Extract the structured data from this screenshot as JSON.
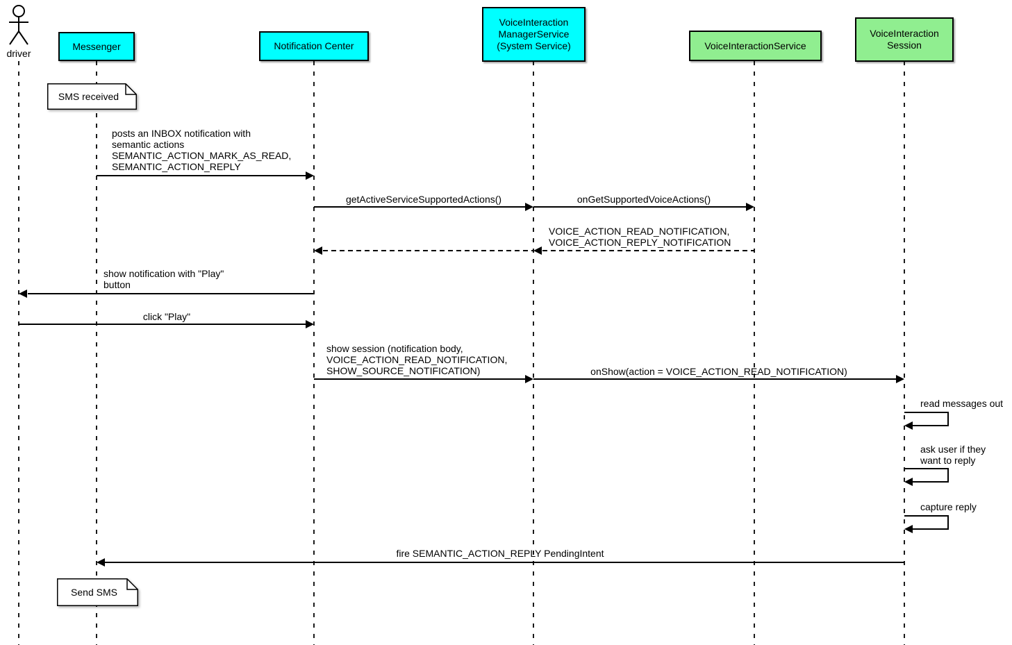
{
  "diagram_type": "uml-sequence-diagram",
  "colors": {
    "participant_cyan": "#00FFFF",
    "participant_green": "#90EE90",
    "line_color": "#000000",
    "note_bg": "#FFFFFF"
  },
  "actor": {
    "label": "driver"
  },
  "participants": {
    "messenger": {
      "label": "Messenger",
      "color": "#00FFFF"
    },
    "notification_center": {
      "label": "Notification Center",
      "color": "#00FFFF"
    },
    "voice_interaction_manager_service": {
      "label": "VoiceInteraction\nManagerService\n(System Service)",
      "color": "#00FFFF"
    },
    "voice_interaction_service": {
      "label": "VoiceInteractionService",
      "color": "#90EE90"
    },
    "voice_interaction_session": {
      "label": "VoiceInteraction\nSession",
      "color": "#90EE90"
    }
  },
  "notes": {
    "sms_received": "SMS received",
    "send_sms": "Send SMS"
  },
  "messages": {
    "posts_inbox": "posts an INBOX notification with\nsemantic actions\nSEMANTIC_ACTION_MARK_AS_READ,\nSEMANTIC_ACTION_REPLY",
    "get_active_service_supported_actions": "getActiveServiceSupportedActions()",
    "on_get_supported_voice_actions": "onGetSupportedVoiceActions()",
    "supported_actions_return": "VOICE_ACTION_READ_NOTIFICATION,\nVOICE_ACTION_REPLY_NOTIFICATION",
    "show_notification": "show notification with \"Play\"\nbutton",
    "click_play": "click \"Play\"",
    "show_session": "show session (notification body,\nVOICE_ACTION_READ_NOTIFICATION,\nSHOW_SOURCE_NOTIFICATION)",
    "on_show": "onShow(action = VOICE_ACTION_READ_NOTIFICATION)",
    "read_messages_out": "read messages out",
    "ask_user_reply": "ask user if they\nwant to reply",
    "capture_reply": "capture reply",
    "fire_pending_intent": "fire SEMANTIC_ACTION_REPLY PendingIntent"
  }
}
